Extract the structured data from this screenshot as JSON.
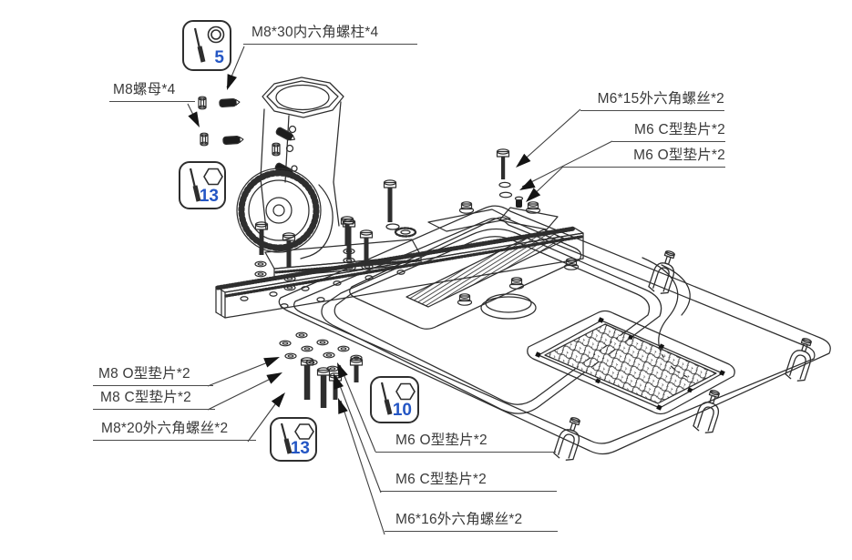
{
  "diagram": {
    "kind": "exploded-assembly-instructions",
    "subject": "street-light mounting hardware diagram"
  },
  "callouts": {
    "stud_m8_30": "M8*30内六角螺柱*4",
    "nut_m8": "M8螺母*4",
    "screw_m6_15": "M6*15外六角螺丝*2",
    "washer_m6_c_top": "M6 C型垫片*2",
    "washer_m6_o_top": "M6 O型垫片*2",
    "washer_m8_o": "M8 O型垫片*2",
    "washer_m8_c": "M8 C型垫片*2",
    "screw_m8_20": "M8*20外六角螺丝*2",
    "washer_m6_o_bottom": "M6 O型垫片*2",
    "washer_m6_c_bottom": "M6 C型垫片*2",
    "screw_m6_16": "M6*16外六角螺丝*2"
  },
  "tool_badges": {
    "hex_socket_5": "5",
    "wrench_13_upper": "13",
    "wrench_13_lower": "13",
    "wrench_10": "10"
  },
  "colors": {
    "line": "#2e2e2e",
    "label_text": "#3a3a3a",
    "tool_number": "#2456c4",
    "arrow": "#141414"
  }
}
